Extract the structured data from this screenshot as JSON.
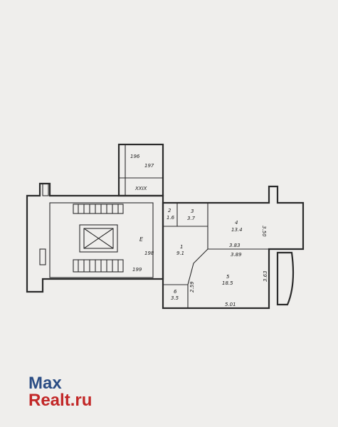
{
  "labels": {
    "r196": "196",
    "r197": "197",
    "r_xxix": "XXIX",
    "r_e": "E",
    "r198": "198",
    "r199": "199",
    "room2_num": "2",
    "room2_area": "1.6",
    "room3_num": "3",
    "room3_area": "3.7",
    "room4_num": "4",
    "room4_area": "13.4",
    "room1_num": "1",
    "room1_area": "9.1",
    "room5_num": "5",
    "room5_area": "18.5",
    "room6_num": "6",
    "room6_area": "3.5",
    "dim_383": "3.83",
    "dim_389": "3.89",
    "dim_350": "3.50",
    "dim_259": "2.59",
    "dim_363": "3.63",
    "dim_501": "5.01"
  },
  "watermark": {
    "line1": "Max",
    "line2": "Realt.ru"
  }
}
